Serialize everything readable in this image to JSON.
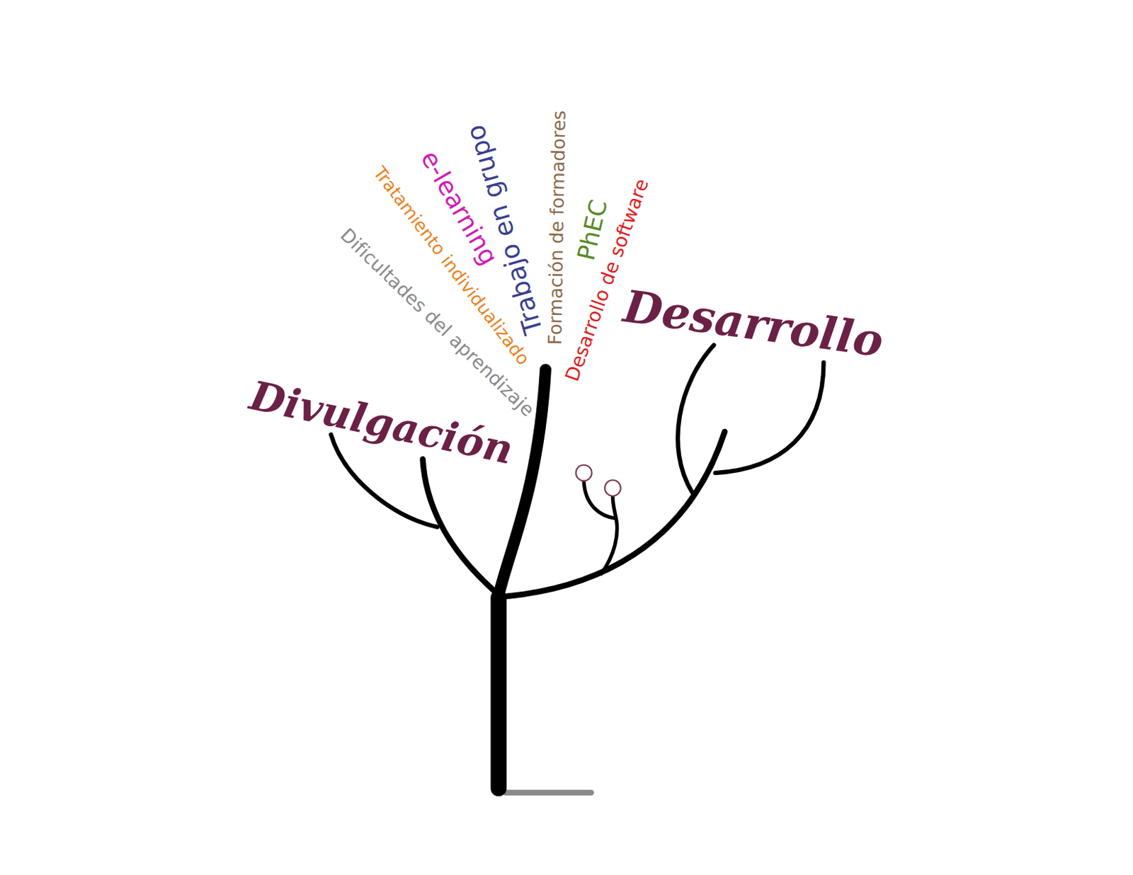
{
  "diagram": {
    "labels": [
      "Dificultades del aprendizaje",
      "Tratamiento individualizado",
      "e-learning",
      "Trabajo en grupo",
      "Formación de formadores",
      "PhEC",
      "Desarrollo de software",
      "Divulgación",
      "Desarrollo"
    ]
  }
}
